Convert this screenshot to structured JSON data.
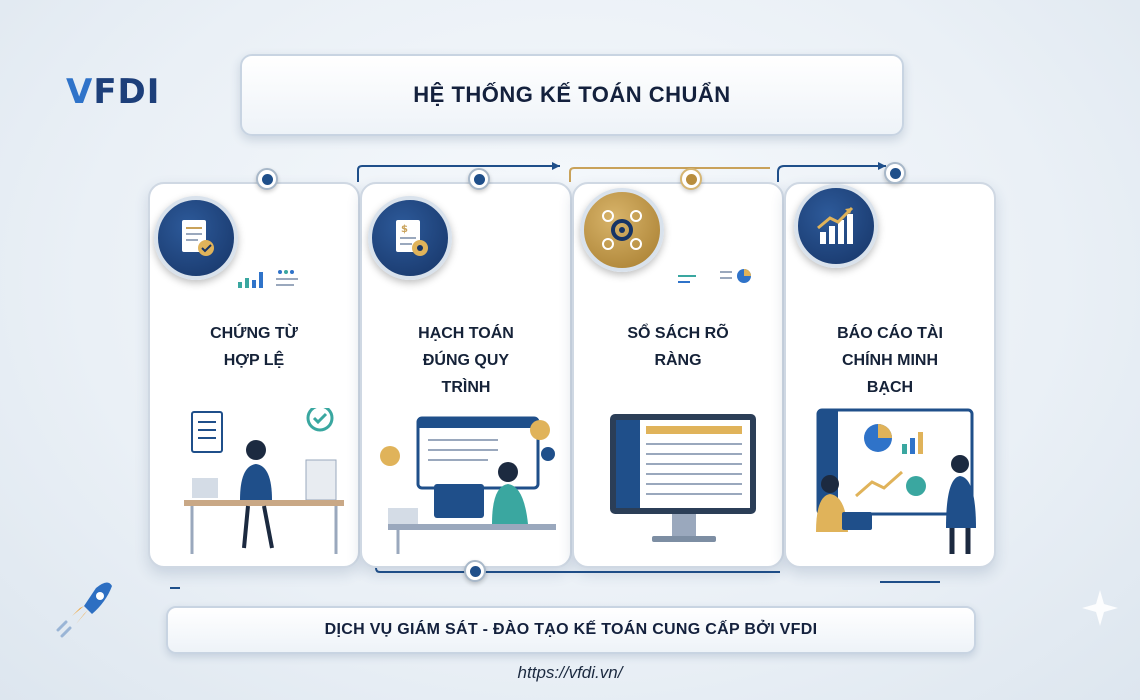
{
  "brand": {
    "logo_text": "FDI",
    "logo_mark": "V"
  },
  "title": "HỆ THỐNG KẾ TOÁN CHUẨN",
  "steps": [
    {
      "line1": "CHỨNG TỪ",
      "line2": "HỢP LỆ",
      "line3": "",
      "icon": "document-check-icon",
      "badge": "navy"
    },
    {
      "line1": "HẠCH TOÁN",
      "line2": "ĐÚNG QUY",
      "line3": "TRÌNH",
      "icon": "ledger-gear-icon",
      "badge": "navy"
    },
    {
      "line1": "SỔ SÁCH RÕ",
      "line2": "RÀNG",
      "line3": "",
      "icon": "gears-cycle-icon",
      "badge": "gold"
    },
    {
      "line1": "BÁO CÁO TÀI",
      "line2": "CHÍNH MINH",
      "line3": "BẠCH",
      "icon": "growth-chart-icon",
      "badge": "navy"
    }
  ],
  "footer": "DỊCH VỤ GIÁM SÁT - ĐÀO TẠO KẾ TOÁN CUNG CẤP BỞI VFDI",
  "url": "https://vfdi.vn/",
  "colors": {
    "navy": "#1d3f7a",
    "gold": "#b88d3d",
    "teal": "#3aa7a0",
    "blue": "#2f73c9"
  }
}
